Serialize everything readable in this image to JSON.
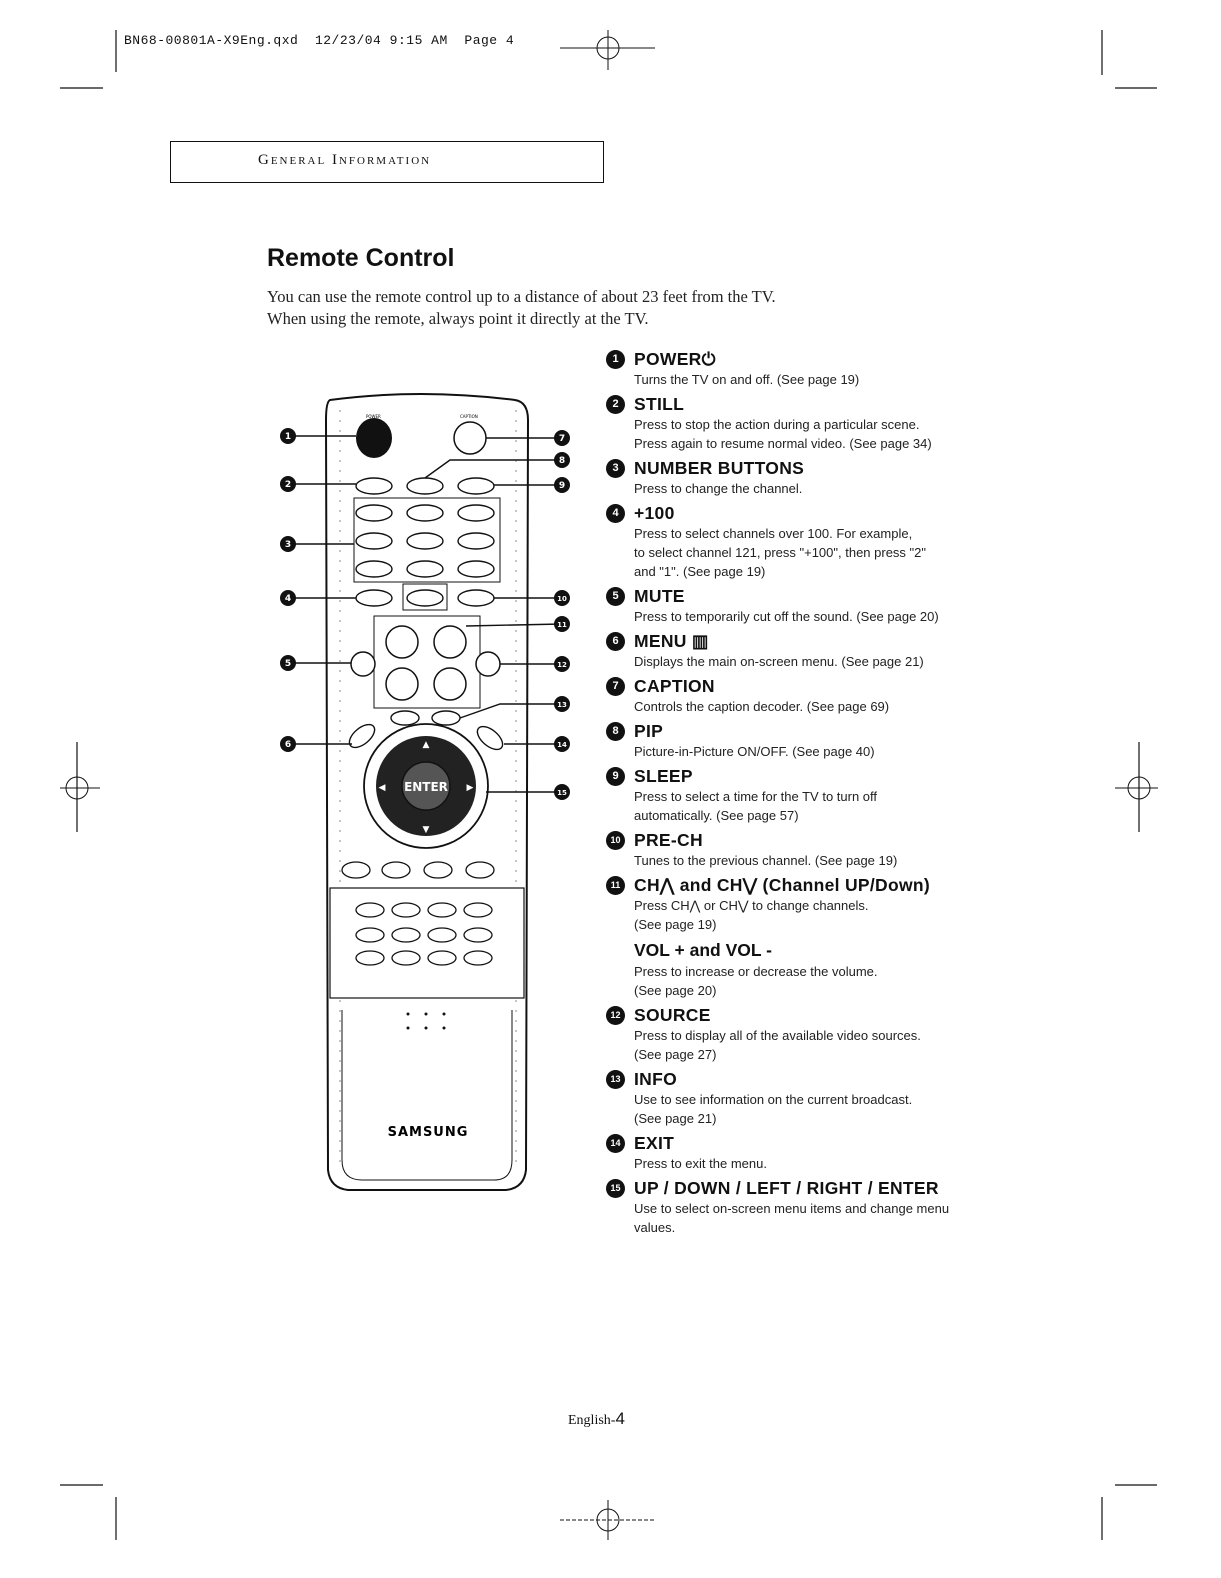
{
  "slug": {
    "file": "BN68-00801A-X9Eng.qxd",
    "date": "12/23/04",
    "time": "9:15 AM",
    "page": "Page 4"
  },
  "section": {
    "title": "General Information"
  },
  "page_title": "Remote Control",
  "intro": {
    "line1": "You can use the remote control up to a distance of about 23 feet from the TV.",
    "line2": "When using the remote, always point it directly at the TV."
  },
  "remote": {
    "brand": "SAMSUNG",
    "enter_label": "ENTER",
    "callouts": [
      "1",
      "2",
      "3",
      "4",
      "5",
      "6",
      "7",
      "8",
      "9",
      "10",
      "11",
      "12",
      "13",
      "14",
      "15"
    ]
  },
  "items": [
    {
      "num": "1",
      "label": "POWER⏻",
      "desc": "Turns the TV on and off. (See page 19)"
    },
    {
      "num": "2",
      "label": "STILL",
      "desc": "Press to stop the action during a particular scene.\nPress again to resume normal video. (See page 34)"
    },
    {
      "num": "3",
      "label": "NUMBER BUTTONS",
      "desc": "Press to change the channel."
    },
    {
      "num": "4",
      "label": "+100",
      "desc": "Press to select channels over 100. For example,\nto select channel 121, press \"+100\", then press \"2\"\nand \"1\". (See page 19)"
    },
    {
      "num": "5",
      "label": "MUTE",
      "desc": "Press to temporarily cut off the sound. (See page 20)"
    },
    {
      "num": "6",
      "label": "MENU ▥",
      "desc": "Displays the main on-screen menu. (See page 21)"
    },
    {
      "num": "7",
      "label": "CAPTION",
      "desc": "Controls the caption decoder. (See page 69)"
    },
    {
      "num": "8",
      "label": "PIP",
      "desc": "Picture-in-Picture ON/OFF. (See page 40)"
    },
    {
      "num": "9",
      "label": "SLEEP",
      "desc": "Press to select a time for the TV to turn off\nautomatically. (See page 57)"
    },
    {
      "num": "10",
      "label": "PRE-CH",
      "desc": "Tunes to the previous channel. (See page 19)"
    },
    {
      "num": "11",
      "label": "CH⋀ and CH⋁ (Channel UP/Down)",
      "desc": "Press CH⋀ or CH⋁ to change channels.\n(See page 19)",
      "sub_label": "VOL + and VOL -",
      "sub_desc": "Press to increase or decrease the volume.\n(See page 20)"
    },
    {
      "num": "12",
      "label": "SOURCE",
      "desc": "Press to display all of the available video sources.\n(See page 27)"
    },
    {
      "num": "13",
      "label": "INFO",
      "desc": "Use to see information on the current broadcast.\n(See page 21)"
    },
    {
      "num": "14",
      "label": "EXIT",
      "desc": "Press to exit the menu."
    },
    {
      "num": "15",
      "label": "UP / DOWN / LEFT / RIGHT / ENTER",
      "desc": "Use to select on-screen menu items and change menu\nvalues."
    }
  ],
  "footer": {
    "prefix": "English-",
    "page": "4"
  }
}
